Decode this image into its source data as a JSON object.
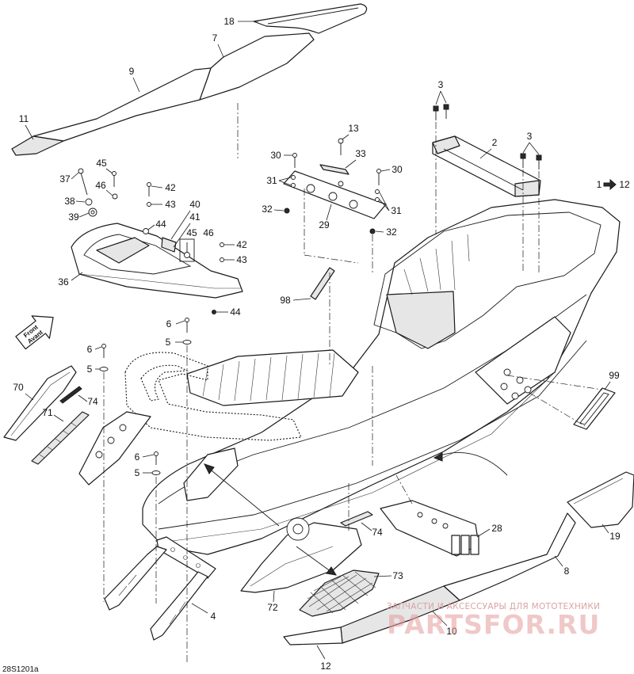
{
  "diagram_code": "28S1201a",
  "front_arrow": {
    "line1": "Front",
    "line2": "Avant"
  },
  "callouts": [
    "18",
    "7",
    "9",
    "11",
    "3",
    "2",
    "3",
    "1",
    "12",
    "13",
    "33",
    "30",
    "31",
    "32",
    "29",
    "30",
    "31",
    "32",
    "45",
    "37",
    "46",
    "42",
    "38",
    "43",
    "39",
    "44",
    "40",
    "41",
    "45",
    "46",
    "42",
    "43",
    "44",
    "36",
    "98",
    "6",
    "5",
    "6",
    "5",
    "70",
    "74",
    "71",
    "6",
    "5",
    "99",
    "28",
    "74",
    "73",
    "72",
    "4",
    "8",
    "19",
    "10",
    "12"
  ],
  "watermark": {
    "tagline": "ЗАПЧАСТИ И АКСЕССУАРЫ ДЛЯ МОТОТЕХНИКИ",
    "brand": "PARTSFOR.RU"
  },
  "icons": {
    "reference_arrow": "right-arrow-icon",
    "front_direction": "front-arrow-icon"
  }
}
